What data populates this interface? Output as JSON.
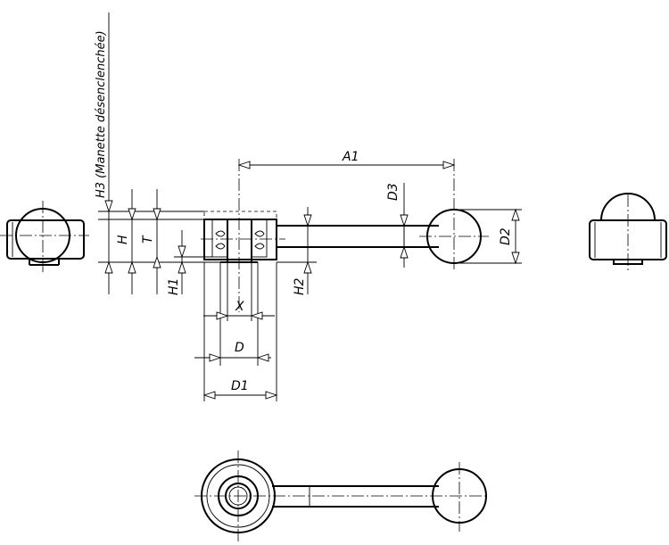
{
  "labels": {
    "h3": "H3 (Manette désenclenchée)",
    "h": "H",
    "t": "T",
    "h1": "H1",
    "h2": "H2",
    "x": "X",
    "d": "D",
    "d1": "D1",
    "d2": "D2",
    "d3": "D3",
    "a1": "A1"
  }
}
